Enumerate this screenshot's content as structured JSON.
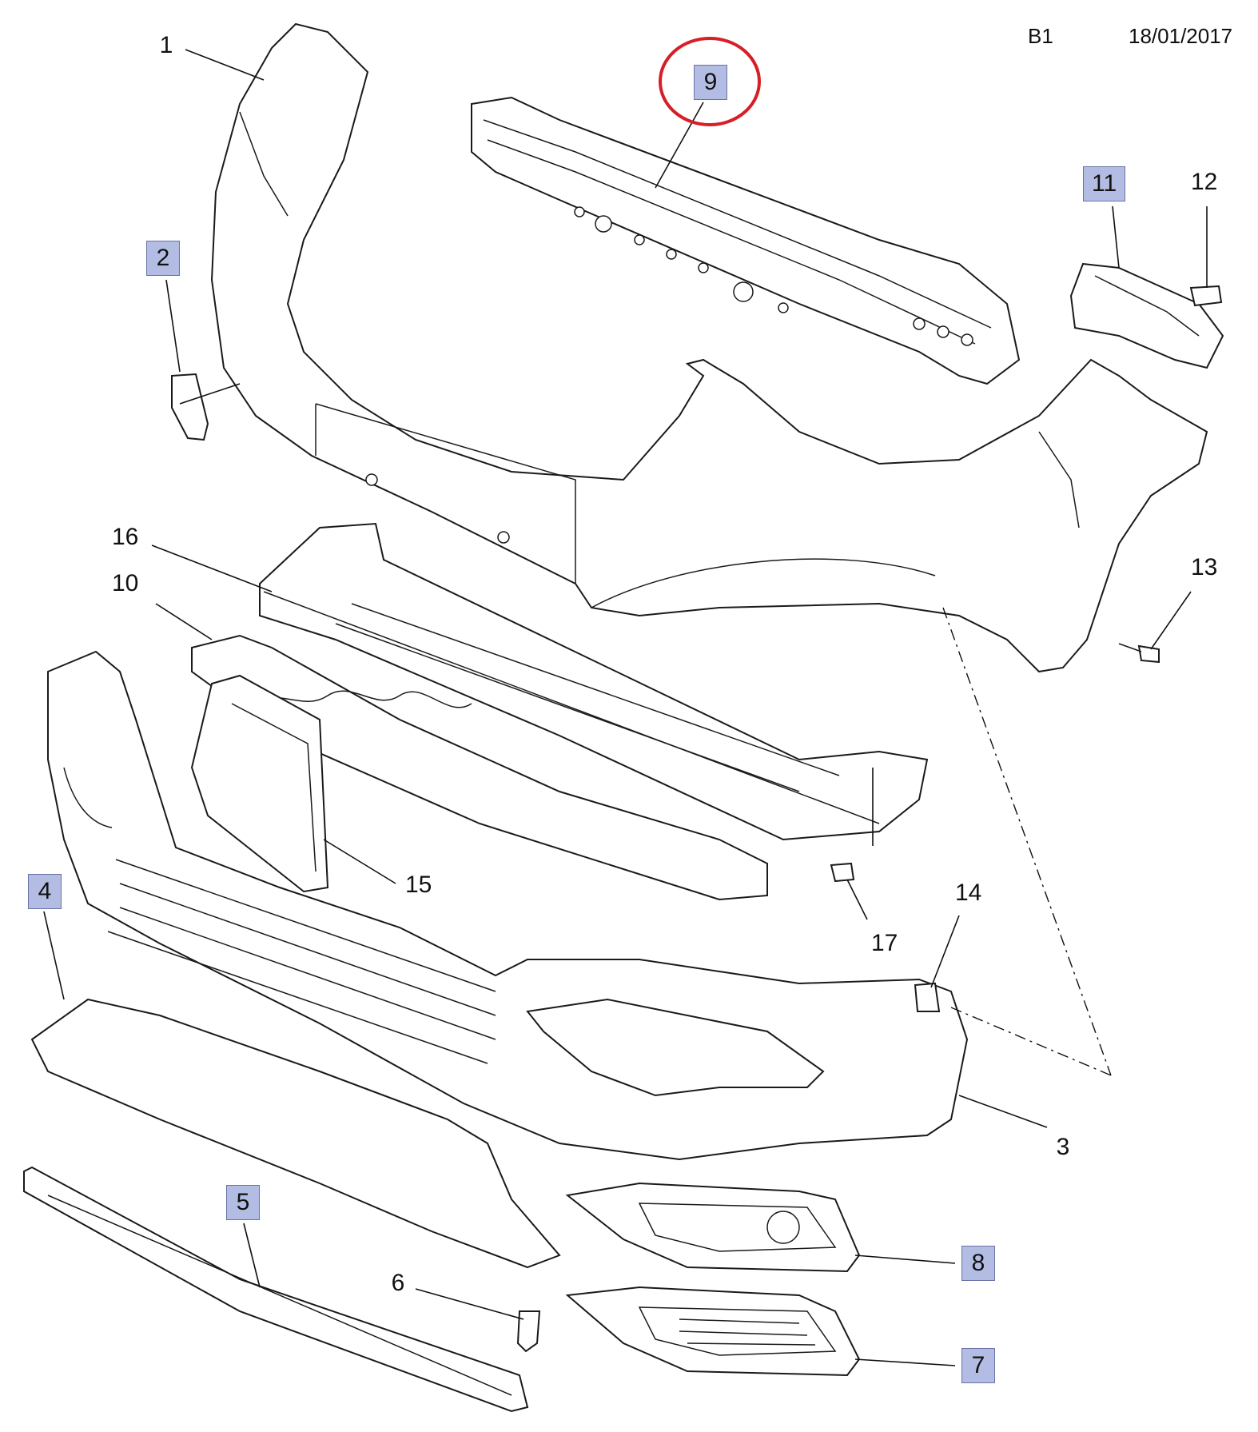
{
  "header": {
    "code": "B1",
    "date": "18/01/2017"
  },
  "colors": {
    "highlight_fill": "#b3bce3",
    "highlight_border": "#6a72a6",
    "circle_mark": "#d61f26",
    "line": "#1a1a1a"
  },
  "circled_callout": "9",
  "callouts": [
    {
      "id": "c1",
      "label": "1",
      "highlighted": false
    },
    {
      "id": "c2",
      "label": "2",
      "highlighted": true
    },
    {
      "id": "c3",
      "label": "3",
      "highlighted": false
    },
    {
      "id": "c4",
      "label": "4",
      "highlighted": true
    },
    {
      "id": "c5",
      "label": "5",
      "highlighted": true
    },
    {
      "id": "c6",
      "label": "6",
      "highlighted": false
    },
    {
      "id": "c7",
      "label": "7",
      "highlighted": true
    },
    {
      "id": "c8",
      "label": "8",
      "highlighted": true
    },
    {
      "id": "c9",
      "label": "9",
      "highlighted": true
    },
    {
      "id": "c10",
      "label": "10",
      "highlighted": false
    },
    {
      "id": "c11",
      "label": "11",
      "highlighted": true
    },
    {
      "id": "c12",
      "label": "12",
      "highlighted": false
    },
    {
      "id": "c13",
      "label": "13",
      "highlighted": false
    },
    {
      "id": "c14",
      "label": "14",
      "highlighted": false
    },
    {
      "id": "c15",
      "label": "15",
      "highlighted": false
    },
    {
      "id": "c16",
      "label": "16",
      "highlighted": false
    },
    {
      "id": "c17",
      "label": "17",
      "highlighted": false
    }
  ]
}
